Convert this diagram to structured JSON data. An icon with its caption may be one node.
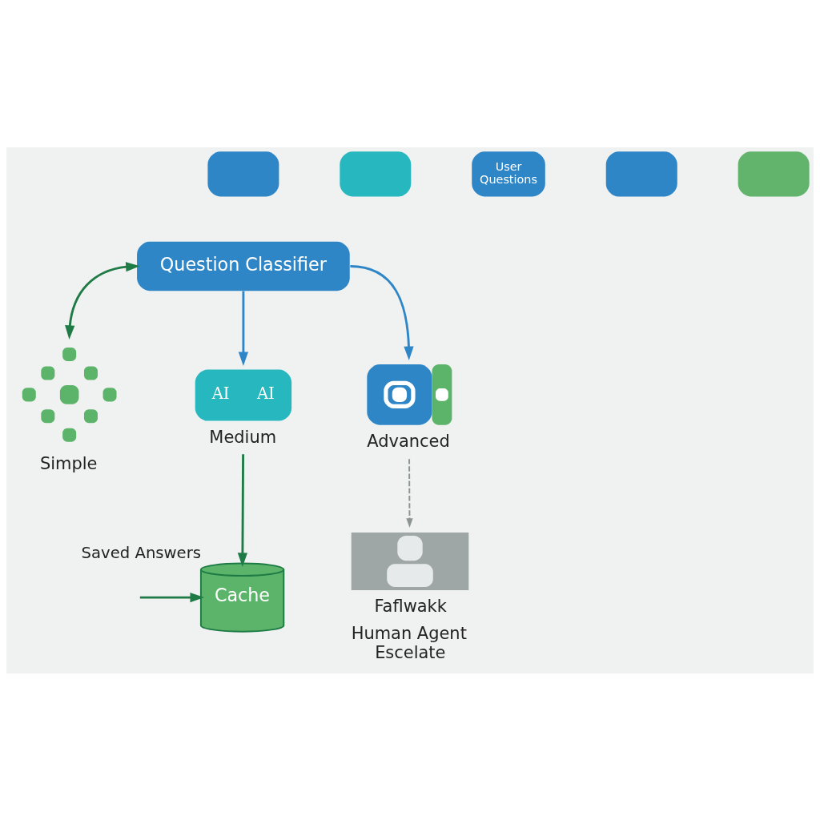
{
  "diagram": {
    "nodes": [
      {
        "text": [],
        "shape": "bubble"
      },
      {
        "text": [],
        "shape": "bubble"
      },
      {
        "text": [
          "User Questions"
        ]
      },
      {
        "text": [],
        "shape": "bubble"
      },
      {
        "text": [],
        "shape": "bubble"
      },
      {
        "text": [
          "Question Classifier"
        ]
      },
      {
        "text": [
          "Simple"
        ]
      },
      {
        "text": [
          "AI",
          "AI",
          "Medium"
        ]
      },
      {
        "text": [
          "Advanced"
        ]
      },
      {
        "text": [
          "Cache"
        ],
        "beside": [
          "Saved Answers"
        ]
      },
      {
        "text": [
          "Faflwakk",
          "Human Agent Escelate"
        ]
      }
    ],
    "edges": [
      {
        "from": 5,
        "to": 6,
        "arrow": "both"
      },
      {
        "from": 5,
        "to": 7,
        "arrow": "to",
        "color": "#2e86c7"
      },
      {
        "from": 5,
        "to": 8,
        "arrow": "to",
        "color": "#2e86c7"
      },
      {
        "from": 7,
        "to": 9,
        "arrow": "to"
      },
      {
        "from": null,
        "to": 9,
        "arrow": "to"
      },
      {
        "from": 8,
        "to": 10,
        "arrow": "to",
        "style": "dashed",
        "color": "#8c9494"
      }
    ]
  }
}
